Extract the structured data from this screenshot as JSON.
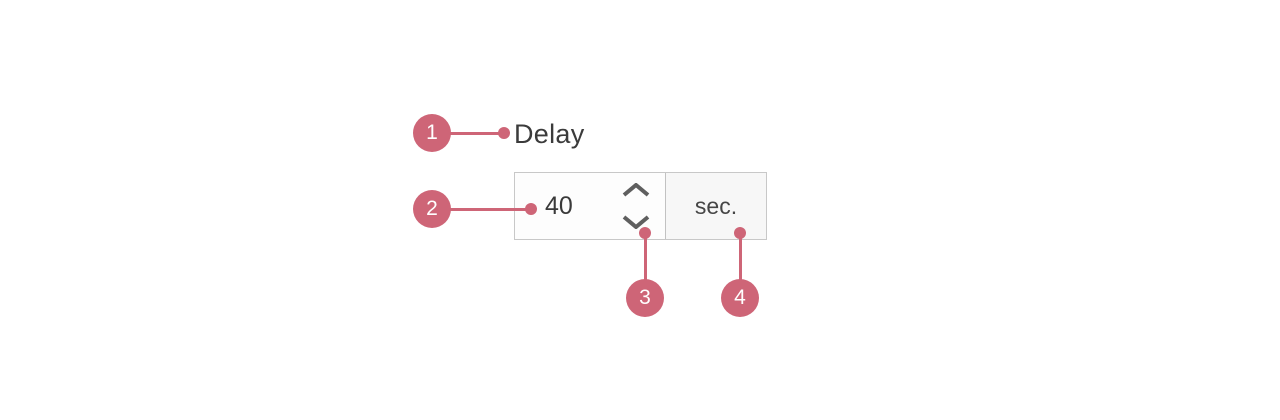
{
  "control": {
    "label": "Delay",
    "value": "40",
    "unit": "sec."
  },
  "icons": {
    "increment": "chevron-up-icon",
    "decrement": "chevron-down-icon"
  },
  "annotation": {
    "callouts": [
      {
        "number": "1"
      },
      {
        "number": "2"
      },
      {
        "number": "3"
      },
      {
        "number": "4"
      }
    ]
  },
  "colors": {
    "accent": "#CE6577",
    "callout_text": "#FFFFFF",
    "label_text": "#3B3B3B",
    "value_text": "#3A3A3A",
    "unit_text": "#464646",
    "box_border": "#C8C8C8",
    "value_cell_bg": "#FDFDFD",
    "unit_cell_bg": "#F7F7F7",
    "arrow": "#5F5F5F",
    "page_bg": "#FFFFFF"
  }
}
